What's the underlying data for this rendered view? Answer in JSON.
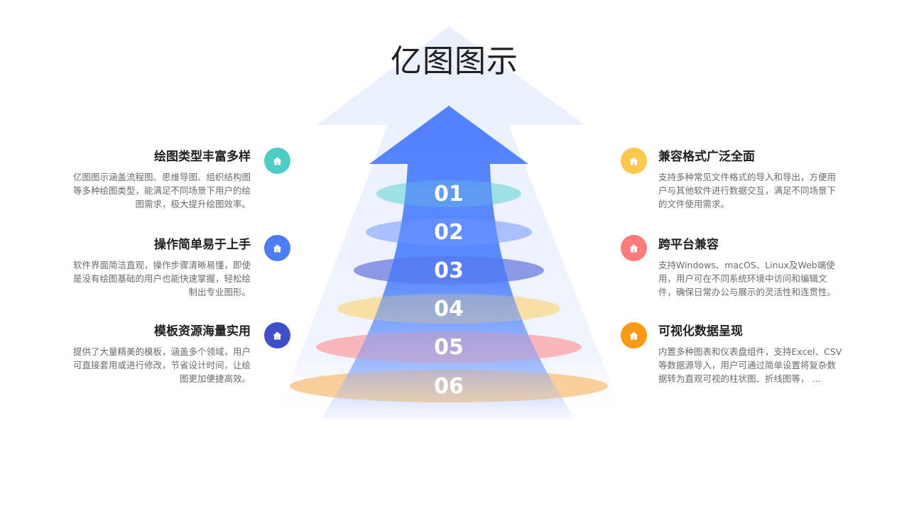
{
  "title": "亿图图示",
  "colors": {
    "arrow_main": "#4a7cff",
    "arrow_back": "#edf2fd"
  },
  "steps": [
    {
      "number": "01",
      "ring_color": "#7ad9d9"
    },
    {
      "number": "02",
      "ring_color": "#8aa8ff"
    },
    {
      "number": "03",
      "ring_color": "#5c6ed8"
    },
    {
      "number": "04",
      "ring_color": "#fcd77a"
    },
    {
      "number": "05",
      "ring_color": "#ff9a9a"
    },
    {
      "number": "06",
      "ring_color": "#f7b96c"
    }
  ],
  "left_items": [
    {
      "title": "绘图类型丰富多样",
      "desc": "亿图图示涵盖流程图、思维导图、组织结构图等多种绘图类型，能满足不同场景下用户的绘图需求，极大提升绘图效率。",
      "icon": "home-icon",
      "icon_color": "#4ecdc4"
    },
    {
      "title": "操作简单易于上手",
      "desc": "软件界面简洁直观，操作步骤清晰易懂，即使是没有绘图基础的用户也能快速掌握，轻松绘制出专业图形。",
      "icon": "home-icon",
      "icon_color": "#4a7cf7"
    },
    {
      "title": "模板资源海量实用",
      "desc": "提供了大量精美的模板，涵盖多个领域，用户可直接套用或进行修改，节省设计时间，让绘图更加便捷高效。",
      "icon": "home-icon",
      "icon_color": "#3f4fc8"
    }
  ],
  "right_items": [
    {
      "title": "兼容格式广泛全面",
      "desc": "支持多种常见文件格式的导入和导出，方便用户与其他软件进行数据交互，满足不同场景下的文件使用需求。",
      "icon": "home-icon",
      "icon_color": "#fcc94c"
    },
    {
      "title": "跨平台兼容",
      "desc": "支持Windows、macOS、Linux及Web端使用，用户可在不同系统环境中访问和编辑文件，确保日常办公与展示的灵活性和连贯性。",
      "icon": "home-icon",
      "icon_color": "#ff7a7a"
    },
    {
      "title": "可视化数据呈现",
      "desc": "内置多种图表和仪表盘组件，支持Excel、CSV等数据源导入，用户可通过简单设置将复杂数据转为直观可视的柱状图、折线图等，  ...",
      "icon": "home-icon",
      "icon_color": "#fa9a14"
    }
  ]
}
